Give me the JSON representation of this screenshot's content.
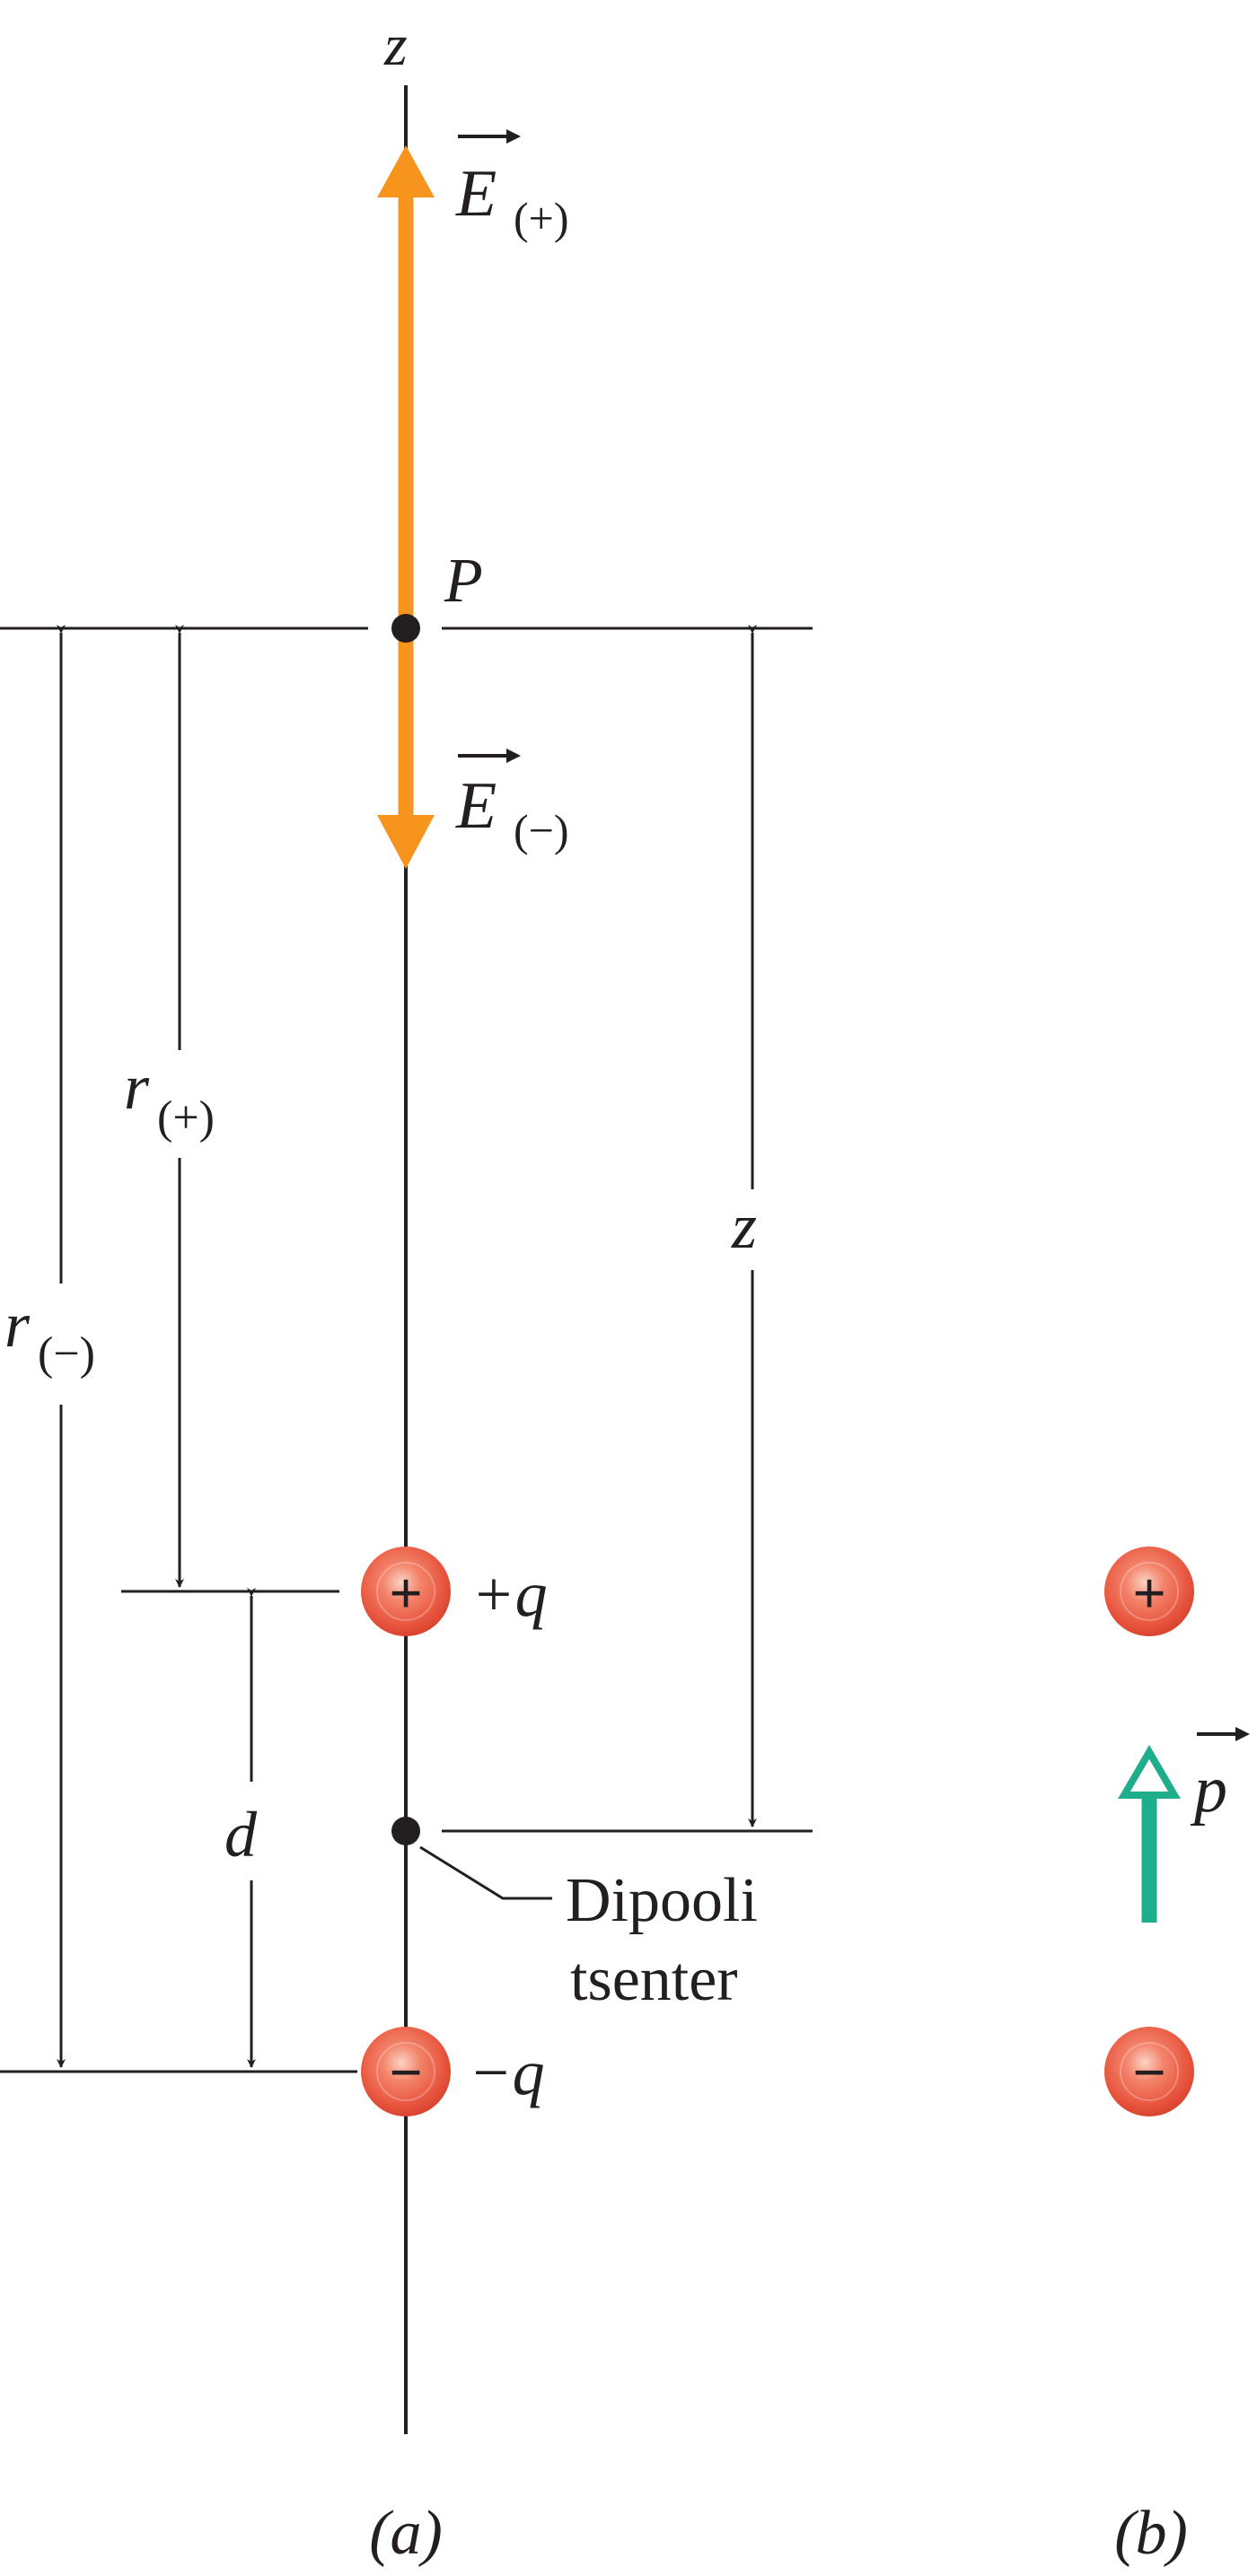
{
  "labels": {
    "z_axis": "z",
    "e_plus_main": "E",
    "e_plus_sub": "(+)",
    "point_p": "P",
    "e_minus_main": "E",
    "e_minus_sub": "(−)",
    "r_plus_main": "r",
    "r_plus_sub": "(+)",
    "r_minus_main": "r",
    "r_minus_sub": "(−)",
    "z_dist": "z",
    "plus_q": "+q",
    "minus_q": "−q",
    "d_dist": "d",
    "dipole_center_line1": "Dipooli",
    "dipole_center_line2": "tsenter",
    "p_vector": "p",
    "panel_a": "(a)",
    "panel_b": "(b)"
  },
  "symbols": {
    "plus": "+",
    "minus": "−"
  },
  "colors": {
    "field_arrow": "#f7941d",
    "dipole_arrow": "#1fae8c",
    "charge_fill": "#e8553e",
    "line": "#231f20"
  }
}
